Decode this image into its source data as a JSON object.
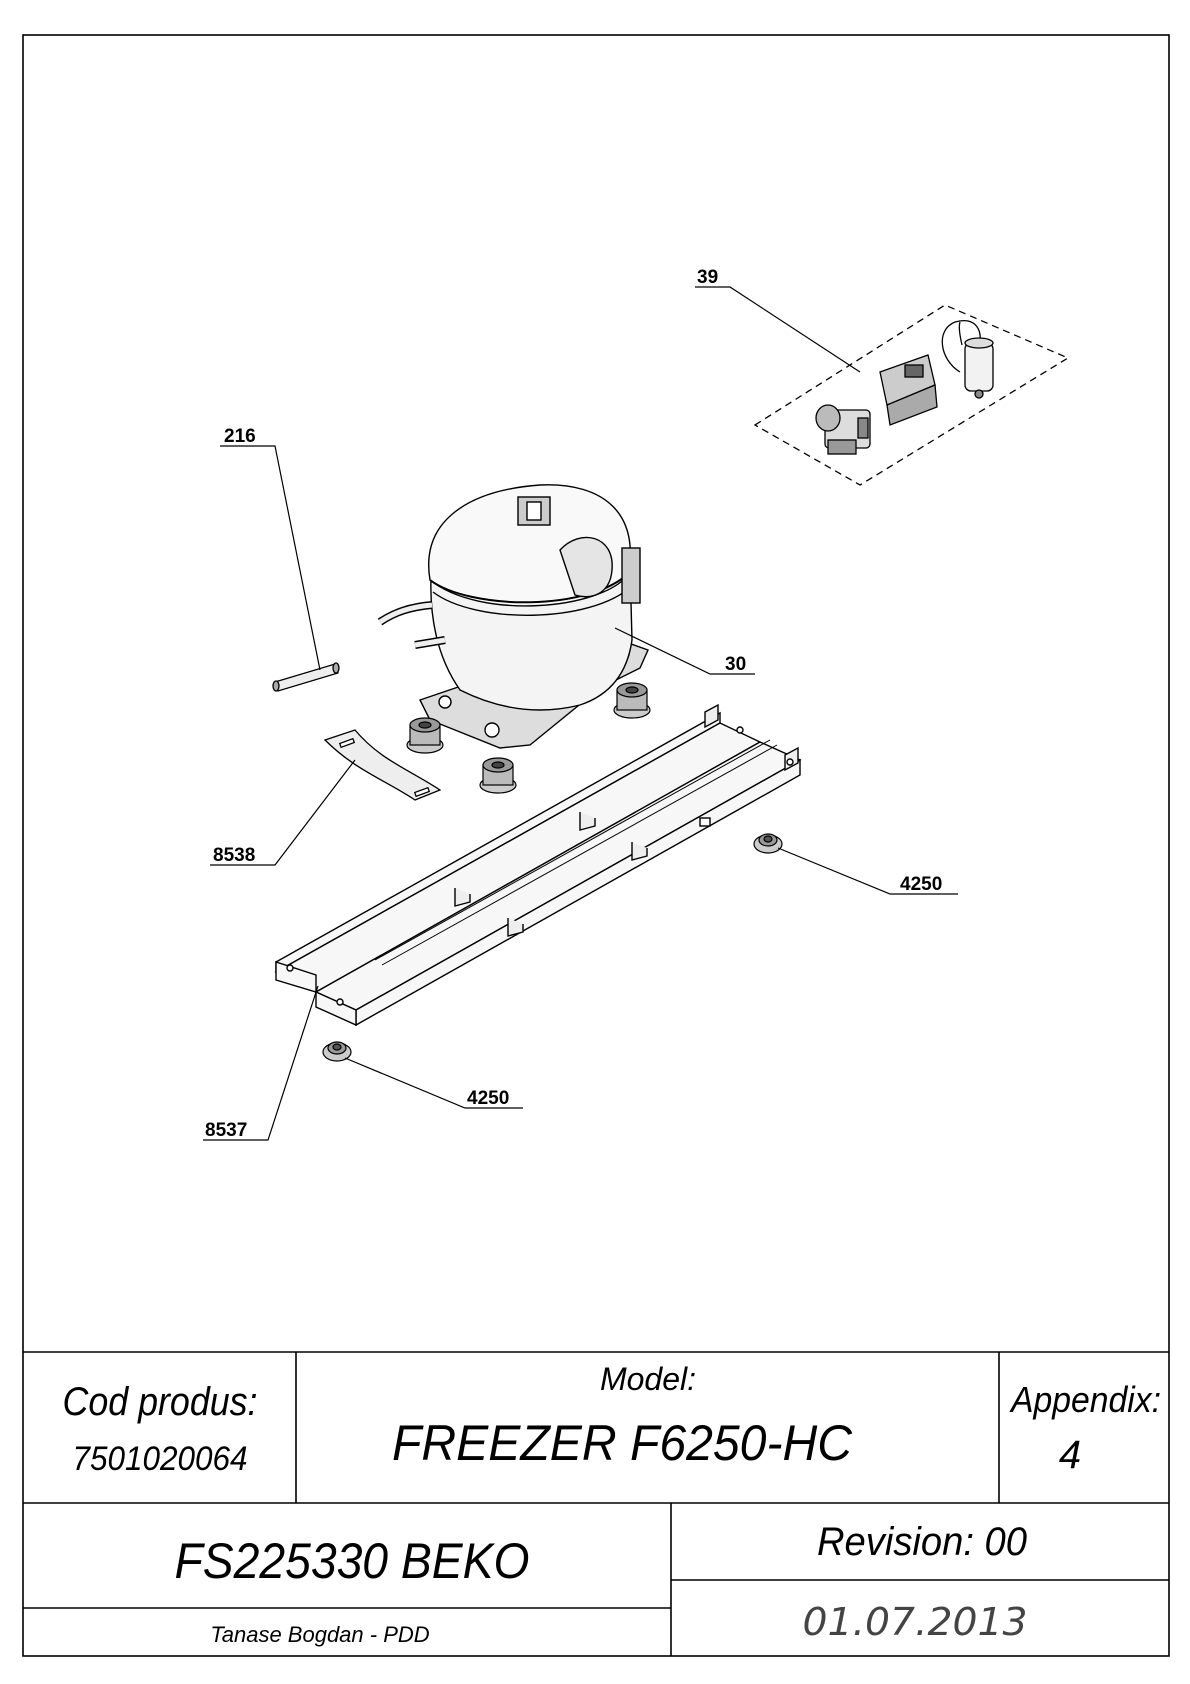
{
  "callouts": [
    {
      "id": "39",
      "text": "39"
    },
    {
      "id": "216",
      "text": "216"
    },
    {
      "id": "30",
      "text": "30"
    },
    {
      "id": "8538",
      "text": "8538"
    },
    {
      "id": "4250a",
      "text": "4250"
    },
    {
      "id": "4250b",
      "text": "4250"
    },
    {
      "id": "8537",
      "text": "8537"
    }
  ],
  "title_block": {
    "cod_produs_label": "Cod produs:",
    "cod_produs_value": "7501020064",
    "model_label": "Model:",
    "model_value": "FREEZER F6250-HC",
    "appendix_label": "Appendix:",
    "appendix_value": "4",
    "drawing_code": "FS225330 BEKO",
    "revision": "Revision: 00",
    "author": "Tanase Bogdan - PDD",
    "date": "01.07.2013"
  }
}
